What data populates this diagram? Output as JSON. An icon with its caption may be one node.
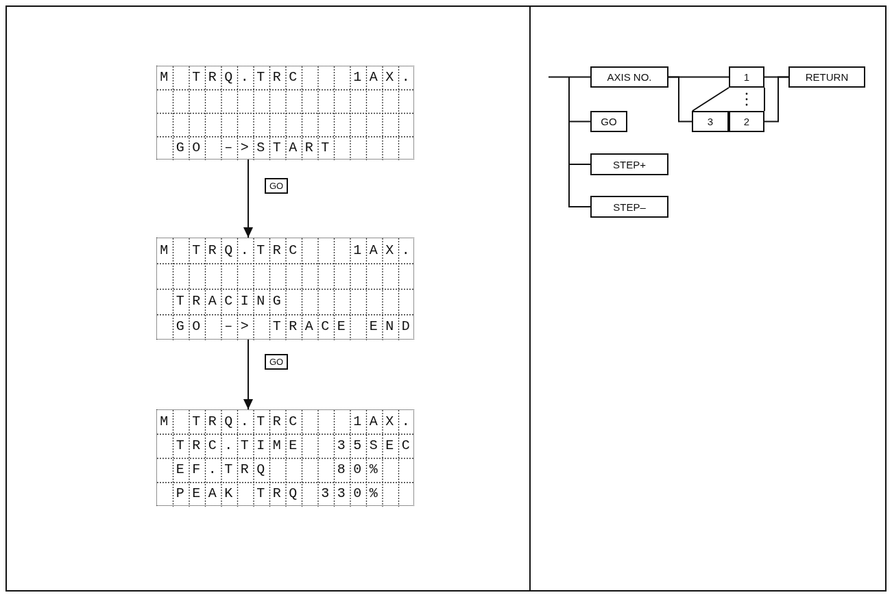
{
  "diagram": {
    "nodes": [
      {
        "text": [
          "M TRQ.TRC   1AX.",
          "GO –>START"
        ]
      },
      {
        "text": [
          "M TRQ.TRC   1AX.",
          "TRACING",
          "GO –> TRACE END"
        ]
      },
      {
        "text": [
          "M TRQ.TRC   1AX.",
          "TRC.TIME  35SEC",
          "EF.TRQ    80%",
          "PEAK TRQ 330%"
        ]
      },
      {
        "text": [
          "AXIS NO."
        ]
      },
      {
        "text": [
          "1"
        ]
      },
      {
        "text": [
          "3"
        ]
      },
      {
        "text": [
          "2"
        ]
      },
      {
        "text": [
          "RETURN"
        ]
      },
      {
        "text": [
          "GO"
        ]
      },
      {
        "text": [
          "STEP+"
        ]
      },
      {
        "text": [
          "STEP–"
        ]
      }
    ],
    "edges": [
      {
        "from": 0,
        "to": 1,
        "arrow": "to",
        "label": "GO"
      },
      {
        "from": 1,
        "to": 2,
        "arrow": "to",
        "label": "GO"
      },
      {
        "from": null,
        "to": 3,
        "arrow": "none"
      },
      {
        "from": null,
        "to": 8,
        "arrow": "none"
      },
      {
        "from": null,
        "to": 9,
        "arrow": "none"
      },
      {
        "from": null,
        "to": 10,
        "arrow": "none"
      },
      {
        "from": 3,
        "to": 4,
        "arrow": "none"
      },
      {
        "from": 3,
        "to": 5,
        "arrow": "none"
      },
      {
        "from": 4,
        "to": 7,
        "arrow": "none"
      },
      {
        "from": 6,
        "to": 7,
        "arrow": "none"
      }
    ]
  }
}
